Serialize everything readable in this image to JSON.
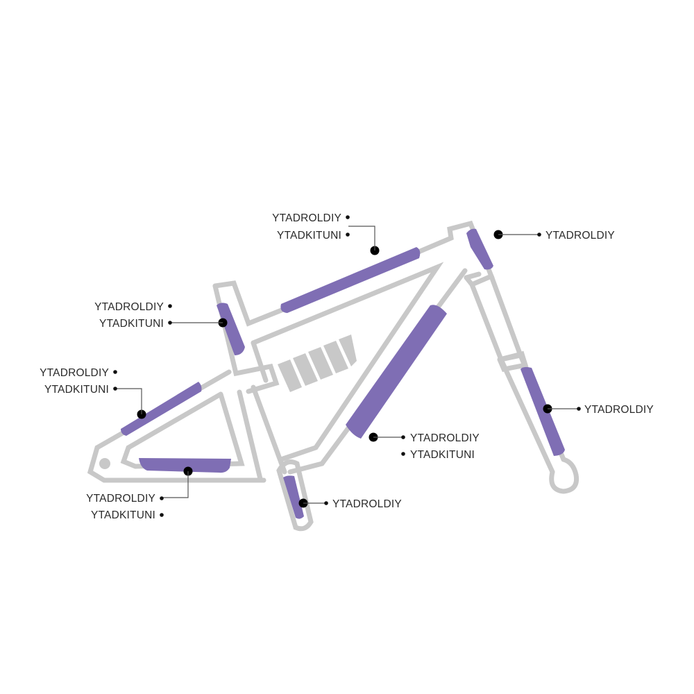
{
  "diagram": {
    "type": "bicycle-frame-protection-map",
    "colors": {
      "frame": "#c8c8c8",
      "protection_pad": "#7f6eb4",
      "anchor_dot": "#000000",
      "label_text": "#2a2a2a"
    },
    "callouts": [
      {
        "id": "top-tube",
        "lines": [
          "YTADROLDIY",
          "YTADKITUNI"
        ]
      },
      {
        "id": "head-tube",
        "lines": [
          "YTADROLDIY"
        ]
      },
      {
        "id": "seat-tube",
        "lines": [
          "YTADROLDIY",
          "YTADKITUNI"
        ]
      },
      {
        "id": "seat-stay",
        "lines": [
          "YTADROLDIY",
          "YTADKITUNI"
        ]
      },
      {
        "id": "chain-stay",
        "lines": [
          "YTADROLDIY",
          "YTADKITUNI"
        ]
      },
      {
        "id": "down-tube",
        "lines": [
          "YTADROLDIY",
          "YTADKITUNI"
        ]
      },
      {
        "id": "fork",
        "lines": [
          "YTADROLDIY"
        ]
      },
      {
        "id": "bottom-bracket",
        "lines": [
          "YTADROLDIY"
        ]
      }
    ]
  }
}
